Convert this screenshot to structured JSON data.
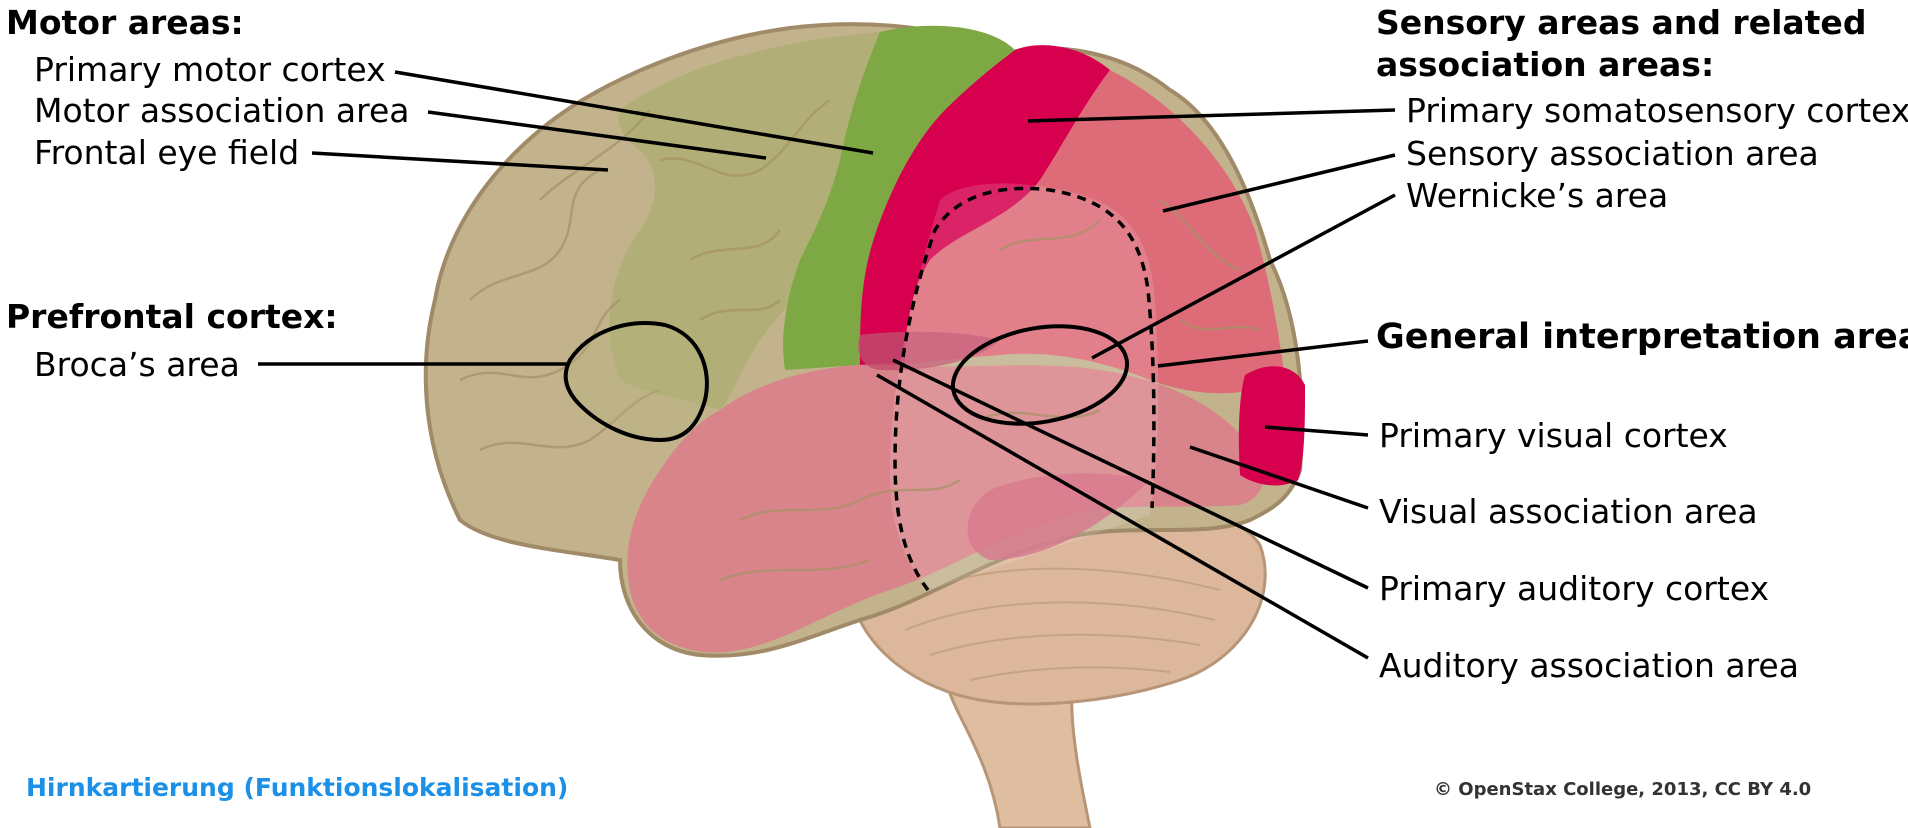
{
  "motor": {
    "heading": "Motor areas:",
    "items": [
      "Primary motor cortex",
      "Motor association area",
      "Frontal eye field"
    ]
  },
  "prefrontal": {
    "heading": "Prefrontal cortex:",
    "items": [
      "Broca’s area"
    ]
  },
  "sensory": {
    "heading_line1": "Sensory areas and related",
    "heading_line2": "association areas:",
    "items": [
      "Primary somatosensory cortex",
      "Sensory association area",
      "Wernicke’s area"
    ]
  },
  "general": "General interpretation area",
  "lower_right": [
    "Primary visual cortex",
    "Visual association area",
    "Primary auditory cortex",
    "Auditory association area"
  ],
  "caption": "Hirnkartierung (Funktionslokalisation)",
  "credit": "© OpenStax College, 2013, CC BY 4.0",
  "colors": {
    "prefrontal_olive": "#c2b38d",
    "motor_assoc_olive": "#b1af77",
    "primary_motor_green": "#7ea843",
    "somatosensory_magenta": "#d6004f",
    "association_pink": "#d9848a",
    "sensory_assoc_pink": "#dd6b78",
    "cerebellum_tan": "#dcb79b",
    "caption_blue": "#1a90e8"
  }
}
